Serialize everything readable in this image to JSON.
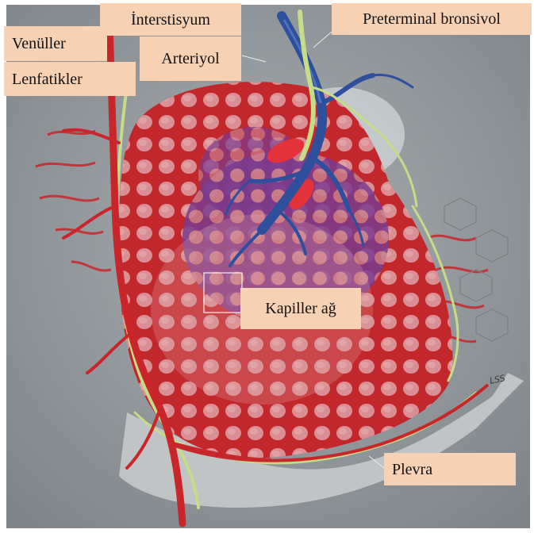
{
  "labels": {
    "interstisyum": "İnterstisyum",
    "venuller": "Venüller",
    "lenfatikler": "Lenfatikler",
    "arteriyol": "Arteriyol",
    "preterminal_bronsivol": "Preterminal bronsivol",
    "kapiller_ag": "Kapiller ağ",
    "plevra": "Plevra"
  },
  "signature": "LSS",
  "colors": {
    "background": "#8f9699",
    "capillary_red": "#c8262a",
    "arteriole_blue": "#2e4f9c",
    "lymphatic_green": "#c6dc86",
    "alveolus_pink": "#d98a8e",
    "label_fill": "#f7d1b4"
  }
}
